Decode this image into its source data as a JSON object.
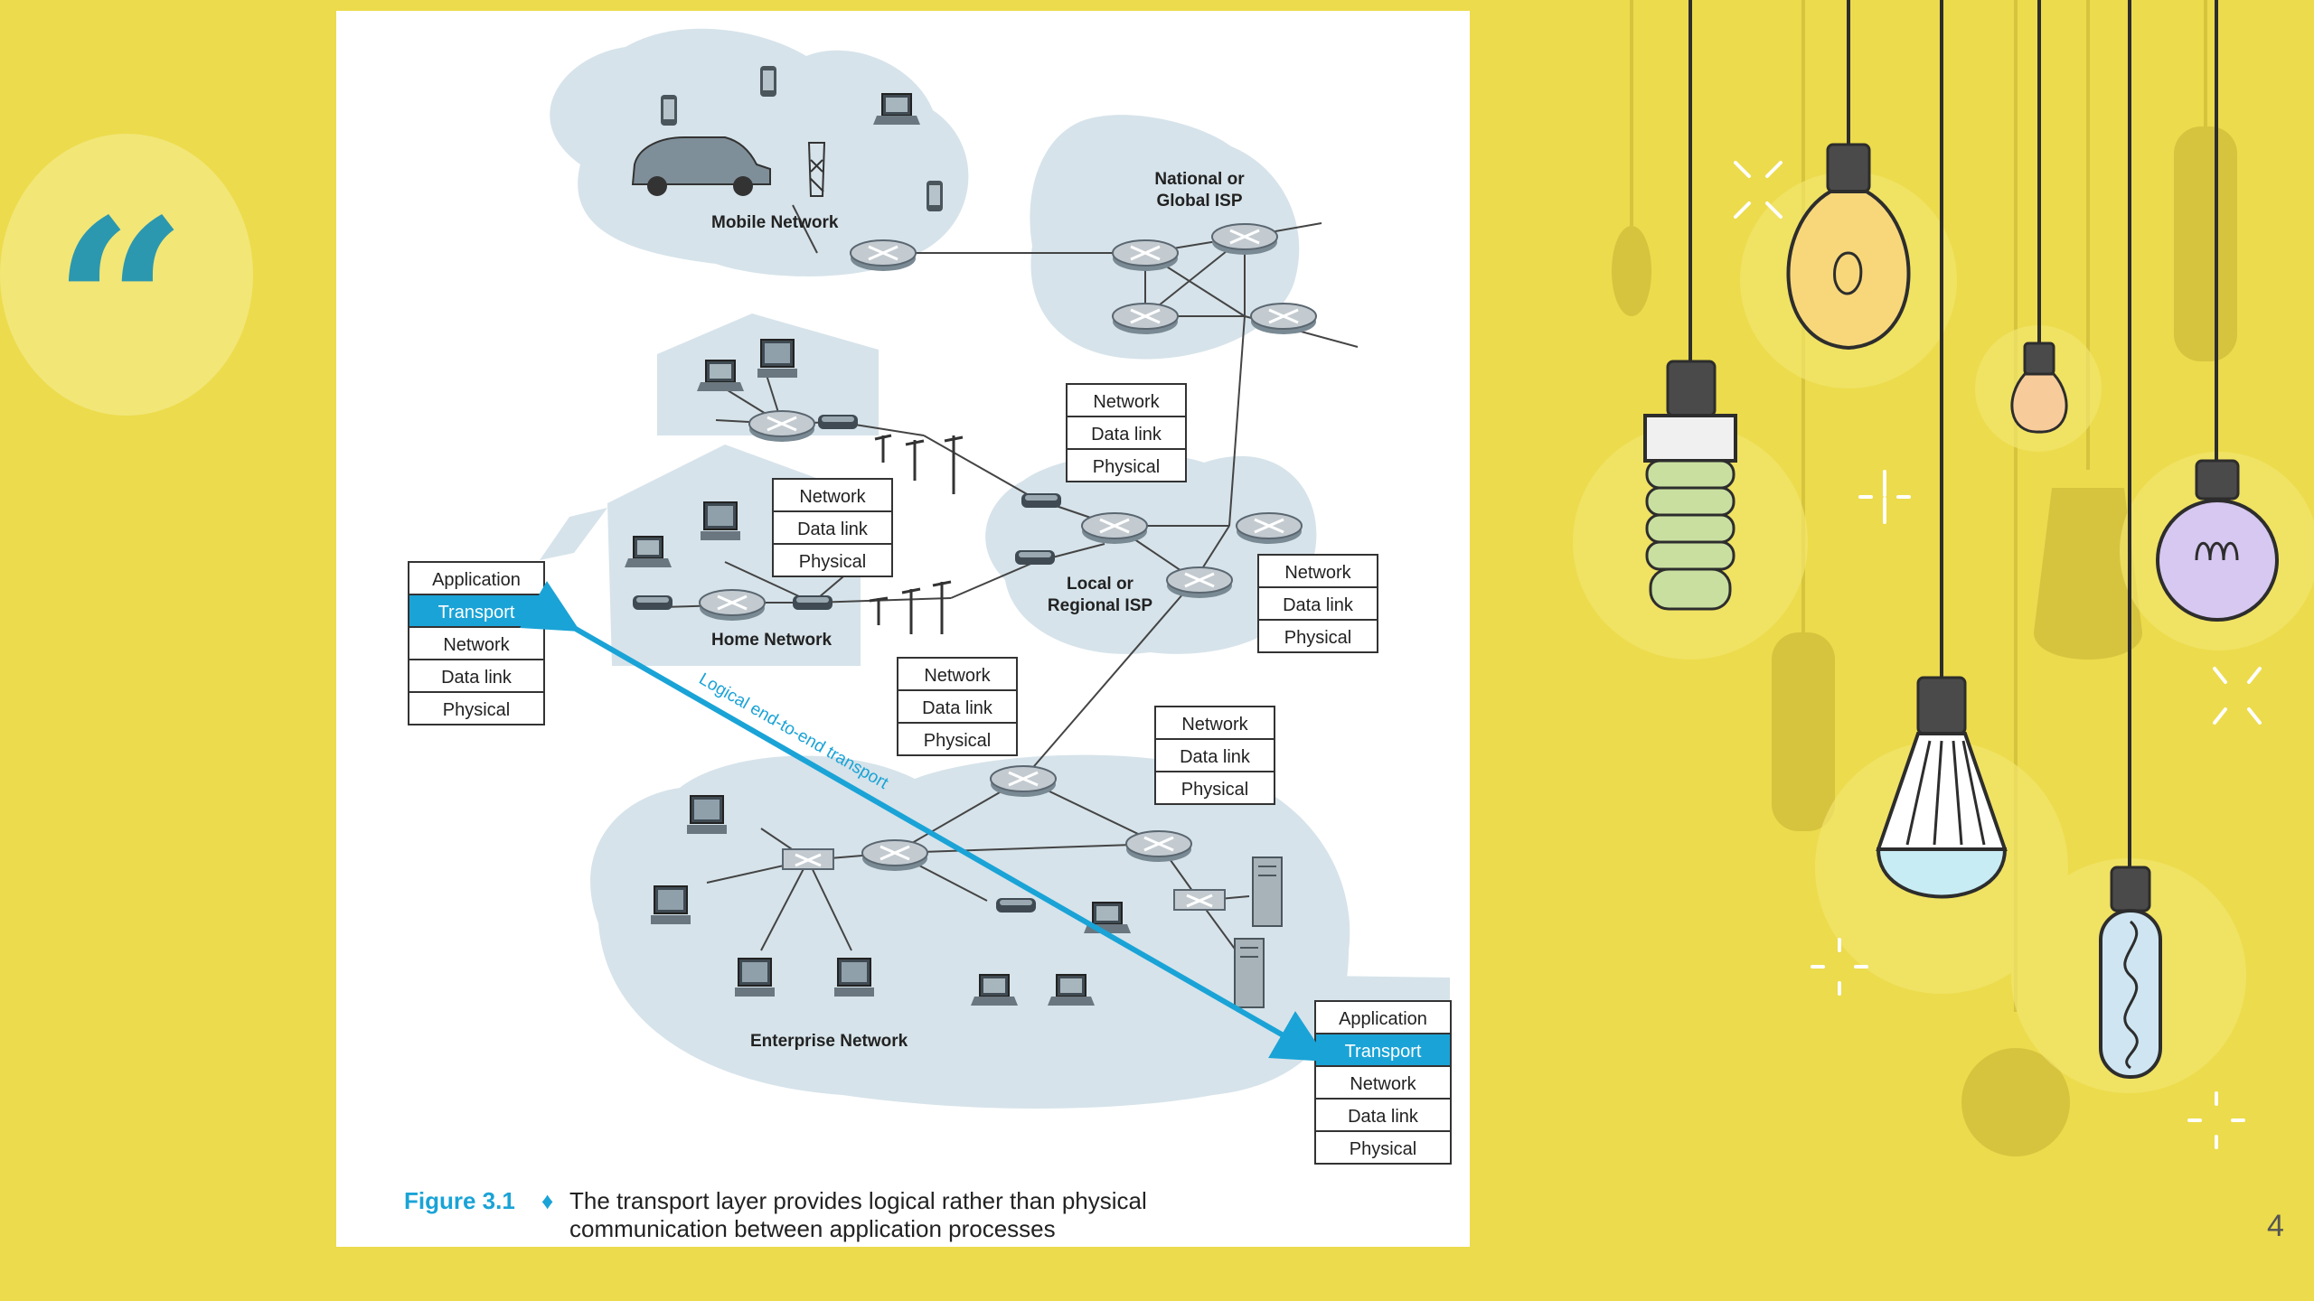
{
  "slide": {
    "quote_glyph": "“",
    "page_number": "4"
  },
  "figure": {
    "clouds": {
      "mobile": "Mobile Network",
      "national_line1": "National or",
      "national_line2": "Global ISP",
      "local_line1": "Local or",
      "local_line2": "Regional ISP",
      "home": "Home Network",
      "enterprise": "Enterprise Network"
    },
    "stack_left": [
      "Application",
      "Transport",
      "Network",
      "Data link",
      "Physical"
    ],
    "stack_right": [
      "Application",
      "Transport",
      "Network",
      "Data link",
      "Physical"
    ],
    "router_stack": [
      "Network",
      "Data link",
      "Physical"
    ],
    "highlighted_layer": "Transport",
    "arrow_label": "Logical end-to-end transport",
    "caption": {
      "label": "Figure 3.1",
      "diamond": "♦",
      "text": "The transport layer provides logical rather than physical communication between application processes"
    },
    "colors": {
      "highlight": "#1aa3d6",
      "cloud": "#d6e3ea"
    }
  },
  "decor": {
    "icons": [
      "quote-icon",
      "light-bulb-icon",
      "cfl-bulb-icon",
      "led-bulb-icon",
      "filament-bulb-icon"
    ]
  }
}
